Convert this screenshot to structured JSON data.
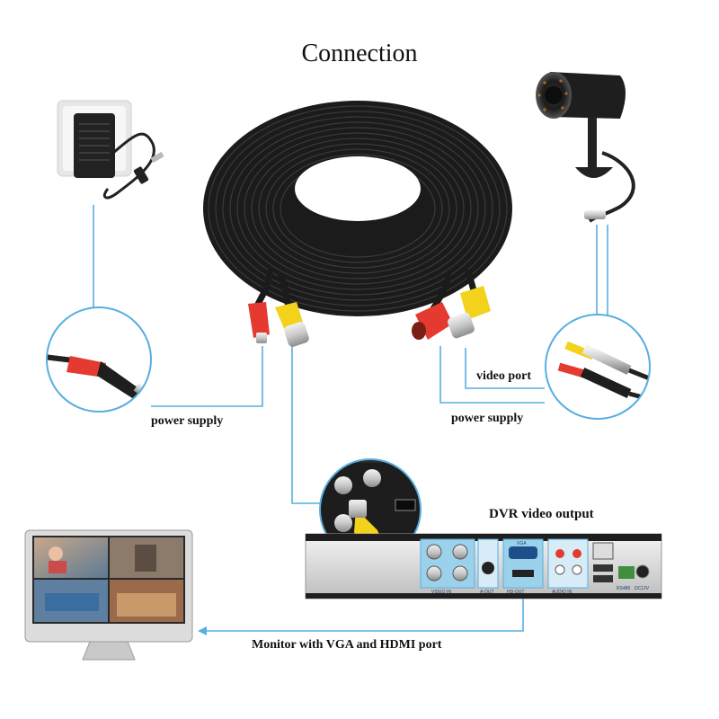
{
  "title": "Connection",
  "labels": {
    "power_supply_left": "power supply",
    "video_port": "video port",
    "power_supply_right": "power supply",
    "dvr_output": "DVR video output",
    "monitor": "Monitor with VGA and HDMI port"
  },
  "dvr_panel": {
    "video_in": "VIDEO IN",
    "a_out": "A-OUT",
    "vga": "VGA",
    "hd_out": "HD-OUT",
    "audio_in": "AUDIO IN",
    "rs485": "RS485",
    "dc12v": "DC12V"
  },
  "colors": {
    "connector_line": "#58aee0",
    "cable": "#1a1a1a",
    "rca_red": "#e53a2f",
    "bnc_yellow": "#f2d21b"
  }
}
